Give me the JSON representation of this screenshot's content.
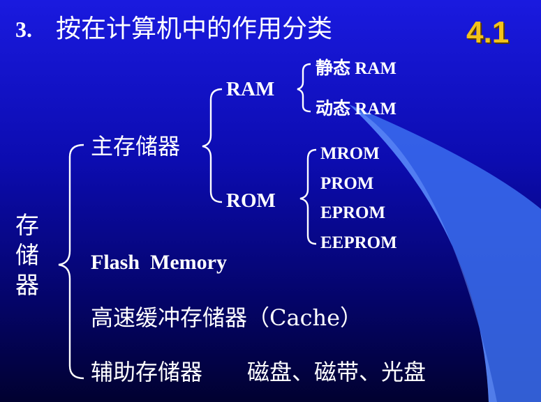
{
  "title": {
    "number": "3.",
    "text": "按在计算机中的作用分类"
  },
  "badge": "4.1",
  "root": [
    "存",
    "储",
    "器"
  ],
  "main_memory": {
    "label": "主存储器",
    "ram": {
      "label": "RAM",
      "types": [
        "静态 RAM",
        "动态 RAM"
      ]
    },
    "rom": {
      "label": "ROM",
      "types": [
        "MROM",
        "PROM",
        "EPROM",
        "EEPROM"
      ]
    }
  },
  "flash": "Flash  Memory",
  "cache": "高速缓冲存储器（Cache）",
  "auxiliary": {
    "label": "辅助存储器",
    "examples": "磁盘、磁带、光盘"
  }
}
